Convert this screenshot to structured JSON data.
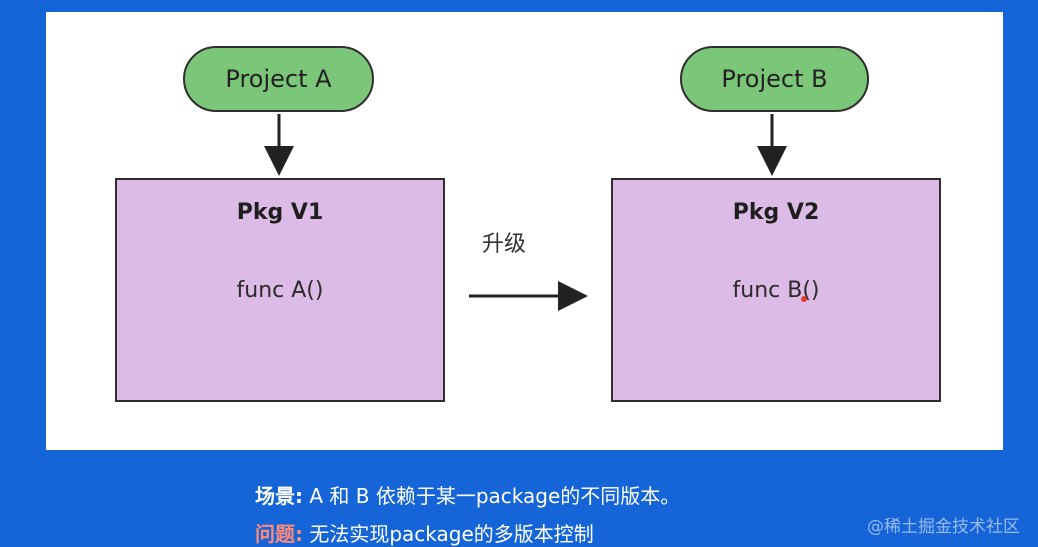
{
  "diagram": {
    "project_a": "Project A",
    "project_b": "Project B",
    "pkg_v1": {
      "title": "Pkg V1",
      "func": "func A()"
    },
    "pkg_v2": {
      "title": "Pkg V2",
      "func": "func B()"
    },
    "upgrade_label": "升级"
  },
  "caption": {
    "scenario_key": "场景:",
    "scenario_text": "A 和 B 依赖于某一package的不同版本。",
    "problem_key": "问题:",
    "problem_text": "无法实现package的多版本控制"
  },
  "watermark": "@稀土掘金技术社区",
  "colors": {
    "background": "#1565d8",
    "project_fill": "#7cc67a",
    "package_fill": "#dcbce6",
    "problem_label": "#ff8a7a"
  }
}
